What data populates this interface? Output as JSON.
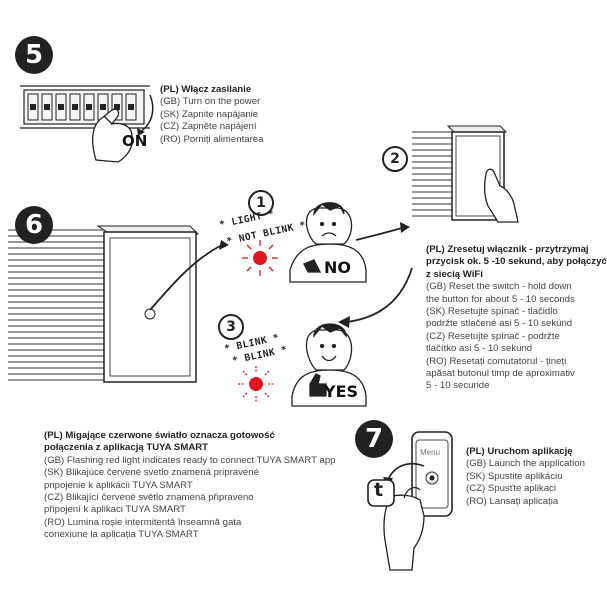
{
  "steps": {
    "s5": {
      "number": "5",
      "on_label": "ON",
      "lines": [
        "(PL) Włącz zasilanie",
        "(GB) Turn on the power",
        "(SK) Zapnite napájanie",
        "(CZ) Zapněte napájení",
        "(RO) Porniți alimentarea"
      ]
    },
    "s6": {
      "number": "6",
      "sub1": {
        "number": "1",
        "text1": "* LIGHT *",
        "text2": "* NOT BLINK *",
        "answer": "NO"
      },
      "sub2": {
        "number": "2",
        "lines": [
          "(PL) Zresetuj włącznik - przytrzymaj",
          "przycisk ok. 5 -10 sekund, aby połączyć",
          "z siecią WiFi",
          "(GB) Reset the switch - hold down",
          "the button for about 5 - 10 seconds",
          "(SK) Resetujte spínač - tlačidlo",
          "podržte stlačené asi 5 - 10 sekúnd",
          "(CZ) Resetujte spínač - podržte",
          "tlačítko asi 5 - 10 sekund",
          "(RO) Resetați comutatorul - țineți",
          "apăsat butonul timp de aproximativ",
          "5 - 10 secunde"
        ]
      },
      "sub3": {
        "number": "3",
        "text1": "* BLINK *",
        "text2": "* BLINK *",
        "answer": "YES"
      },
      "lines": [
        "(PL) Migające czerwone światło oznacza gotowość",
        "połączenia z aplikacją TUYA SMART",
        "(GB) Flashing red light indicates ready to connect TUYA SMART app",
        "(SK) Blikajúce červené svetlo znamená pripravené",
        "pripojenie k aplikácii TUYA SMART",
        "(CZ) Blikající červené světlo znamená připraveno",
        "připojení k aplikaci TUYA SMART",
        "(RO) Lumina roșie intermitentă înseamnă gata",
        "conexiune la aplicația TUYA SMART"
      ]
    },
    "s7": {
      "number": "7",
      "phone_label": "Menu",
      "app_letter": "t",
      "lines": [
        "(PL) Uruchom aplikację",
        "(GB) Launch the application",
        "(SK) Spustite aplikáciu",
        "(CZ) Spusťte aplikaci",
        "(RO) Lansați aplicația"
      ]
    }
  },
  "colors": {
    "ink": "#222222",
    "led": "#e0151d",
    "text": "#444444"
  }
}
